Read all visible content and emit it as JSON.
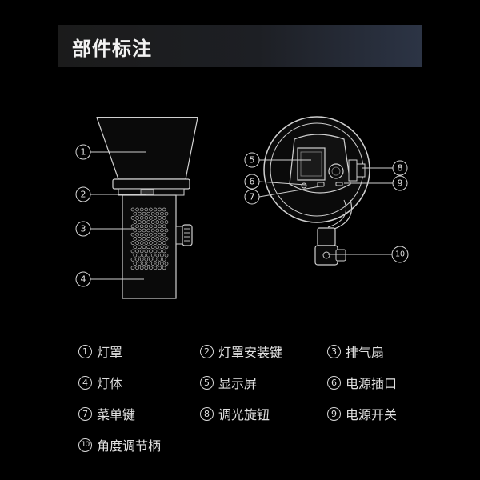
{
  "header": {
    "title": "部件标注"
  },
  "callouts": [
    "1",
    "2",
    "3",
    "4",
    "5",
    "6",
    "7",
    "8",
    "9",
    "10"
  ],
  "legend": [
    {
      "num": "1",
      "label": "灯罩"
    },
    {
      "num": "2",
      "label": "灯罩安装键"
    },
    {
      "num": "3",
      "label": "排气扇"
    },
    {
      "num": "4",
      "label": "灯体"
    },
    {
      "num": "5",
      "label": "显示屏"
    },
    {
      "num": "6",
      "label": "电源插口"
    },
    {
      "num": "7",
      "label": "菜单键"
    },
    {
      "num": "8",
      "label": "调光旋钮"
    },
    {
      "num": "9",
      "label": "电源开关"
    },
    {
      "num": "10",
      "label": "角度调节柄"
    }
  ],
  "colors": {
    "background": "#000000",
    "line": "#d0d0d0",
    "title_bar_end": "#2c3445"
  }
}
